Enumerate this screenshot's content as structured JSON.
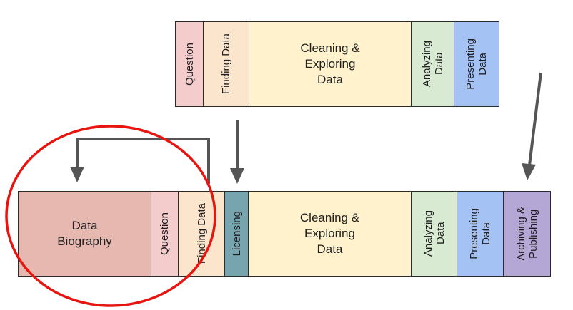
{
  "top_row": {
    "stages": [
      {
        "label": "Question",
        "color": "#f4cccc"
      },
      {
        "label": "Finding Data",
        "color": "#fce5cd"
      },
      {
        "label": "Cleaning &\nExploring\nData",
        "color": "#fff2cc"
      },
      {
        "label": "Analyzing\nData",
        "color": "#d9ead3"
      },
      {
        "label": "Presenting\nData",
        "color": "#a4c2f4"
      }
    ]
  },
  "bottom_row": {
    "stages": [
      {
        "label": "Data\nBiography",
        "color": "#e6b8af"
      },
      {
        "label": "Question",
        "color": "#f4cccc"
      },
      {
        "label": "Finding Data",
        "color": "#fce5cd"
      },
      {
        "label": "Licensing",
        "color": "#76a5af"
      },
      {
        "label": "Cleaning &\nExploring\nData",
        "color": "#fff2cc"
      },
      {
        "label": "Analyzing\nData",
        "color": "#d9ead3"
      },
      {
        "label": "Presenting\nData",
        "color": "#a4c2f4"
      },
      {
        "label": "Archiving &\nPublishing",
        "color": "#b4a7d6"
      }
    ]
  },
  "annotations": {
    "highlight_color": "#e8140f",
    "arrow_color": "#555555"
  }
}
